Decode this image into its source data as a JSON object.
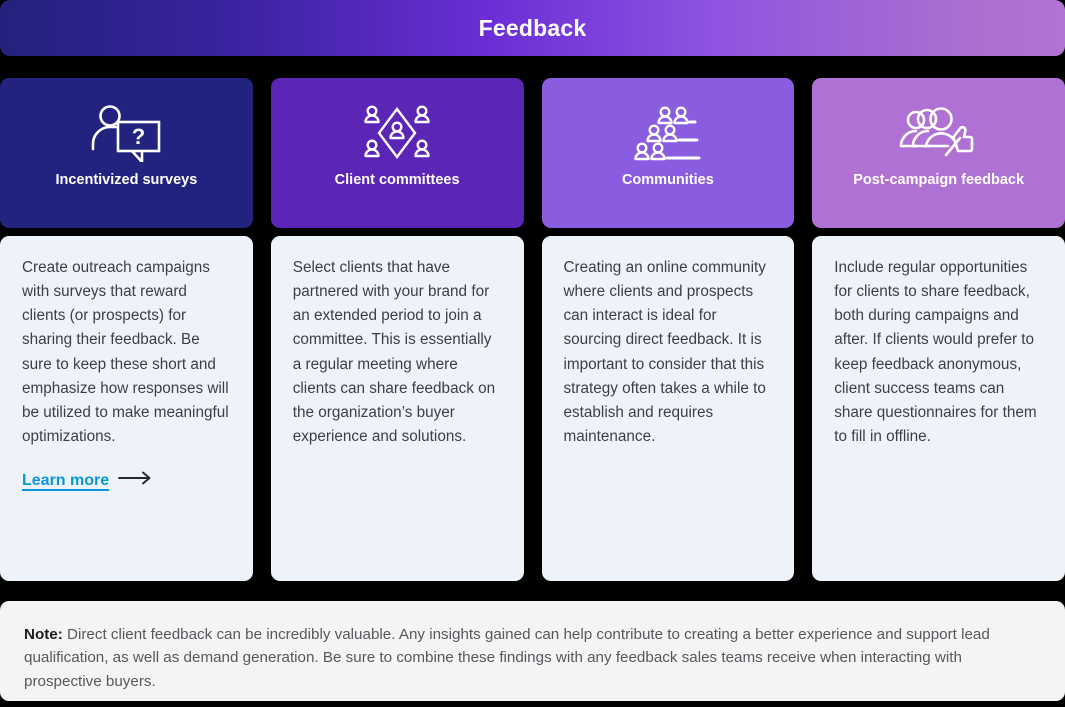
{
  "header": {
    "title": "Feedback",
    "gradient_from": "#23227d",
    "gradient_to": "#b274d4"
  },
  "cards": [
    {
      "title": "Incentivized surveys",
      "icon": "person-question-bubble-icon",
      "head_color": "#22237e",
      "body": "Create outreach campaigns with surveys that reward clients (or prospects) for sharing their feedback. Be sure to keep these short and emphasize how responses will be utilized to make meaningful optimizations.",
      "link_label": "Learn more",
      "link_color": "#0a96dc",
      "link_icon": "arrow-right-icon"
    },
    {
      "title": "Client committees",
      "icon": "people-diamond-network-icon",
      "head_color": "#5b25b5",
      "body": "Select clients that have partnered with your brand for an extended period to join a committee. This is essentially a regular meeting where clients can share feedback on the organization’s buyer experience and solutions."
    },
    {
      "title": "Communities",
      "icon": "people-group-list-icon",
      "head_color": "#8a5ce0",
      "body": "Creating an online community where clients and prospects can interact is ideal for sourcing direct feedback. It is important to consider that this strategy often takes a while to establish and requires maintenance."
    },
    {
      "title": "Post-campaign feedback",
      "icon": "people-thumbs-up-icon",
      "head_color": "#b071d4",
      "body": "Include regular opportunities for clients to share feedback, both during campaigns and after. If clients would prefer to keep feedback anonymous, client success teams can share questionnaires for them to fill in offline."
    }
  ],
  "note": {
    "label": "Note:",
    "text": " Direct client feedback can be incredibly valuable. Any insights gained can help contribute to creating a better experience and support lead qualification, as well as demand generation. Be sure to combine these findings with any feedback sales teams receive when interacting with prospective buyers."
  }
}
